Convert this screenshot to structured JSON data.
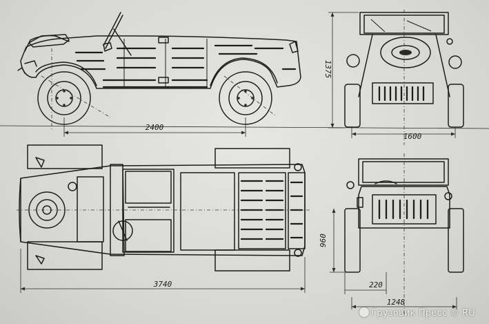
{
  "dimensions": {
    "wheelbase": "2400",
    "front_track": "1600",
    "overall_height": "1375",
    "overall_length": "3740",
    "rear_height": "960",
    "ground_clearance": "220",
    "rear_track": "1248"
  },
  "watermark": {
    "text": "Грузовик Пресс © RU"
  }
}
